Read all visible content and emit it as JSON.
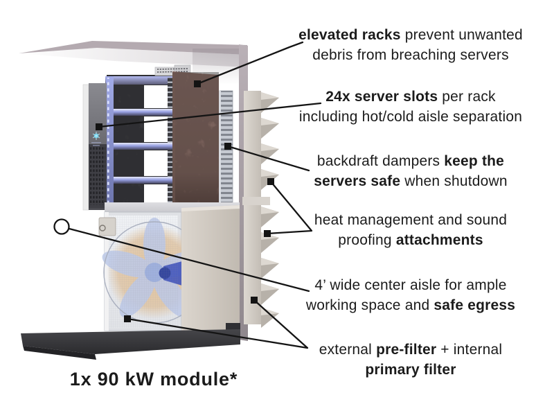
{
  "diagram": {
    "caption": "1x 90 kW module*",
    "subject": "data-center cooling module cutaway render"
  },
  "annotations": [
    {
      "id": "elevated-racks",
      "marker": "square",
      "lines": [
        [
          {
            "t": "elevated racks",
            "b": true
          },
          {
            "t": " prevent unwanted",
            "b": false
          }
        ],
        [
          {
            "t": "debris from breaching servers",
            "b": false
          }
        ]
      ]
    },
    {
      "id": "server-slots",
      "marker": "square",
      "lines": [
        [
          {
            "t": "24x server slots",
            "b": true
          },
          {
            "t": " per rack",
            "b": false
          }
        ],
        [
          {
            "t": "including hot/cold aisle separation",
            "b": false
          }
        ]
      ]
    },
    {
      "id": "backdraft-dampers",
      "marker": "square",
      "lines": [
        [
          {
            "t": "backdraft dampers ",
            "b": false
          },
          {
            "t": "keep the",
            "b": true
          }
        ],
        [
          {
            "t": "servers safe",
            "b": true
          },
          {
            "t": " when shutdown",
            "b": false
          }
        ]
      ]
    },
    {
      "id": "heat-sound-attachments",
      "marker": "square",
      "lines": [
        [
          {
            "t": "heat management and sound",
            "b": false
          }
        ],
        [
          {
            "t": "proofing ",
            "b": false
          },
          {
            "t": "attachments",
            "b": true
          }
        ]
      ]
    },
    {
      "id": "center-aisle",
      "marker": "circle",
      "lines": [
        [
          {
            "t": "4’ wide center aisle for ample",
            "b": false
          }
        ],
        [
          {
            "t": "working space and ",
            "b": false
          },
          {
            "t": "safe egress",
            "b": true
          }
        ]
      ]
    },
    {
      "id": "filters",
      "marker": "square",
      "lines": [
        [
          {
            "t": "external ",
            "b": false
          },
          {
            "t": "pre-filter",
            "b": true
          },
          {
            "t": " + internal",
            "b": false
          }
        ],
        [
          {
            "t": "primary filter",
            "b": true
          }
        ]
      ]
    }
  ],
  "colors": {
    "background": "#ffffff",
    "text": "#1b1b1b",
    "callout_line": "#141414",
    "rack_side_panel_brown": "#9c7d76",
    "server_shelf_glow_blue": "#97a0e2",
    "fan_glow_amber": "#e3c49b",
    "fin_beige": "#cfc8c0",
    "platform_dark": "#38383b",
    "roof_mauve": "#b4aab0"
  }
}
